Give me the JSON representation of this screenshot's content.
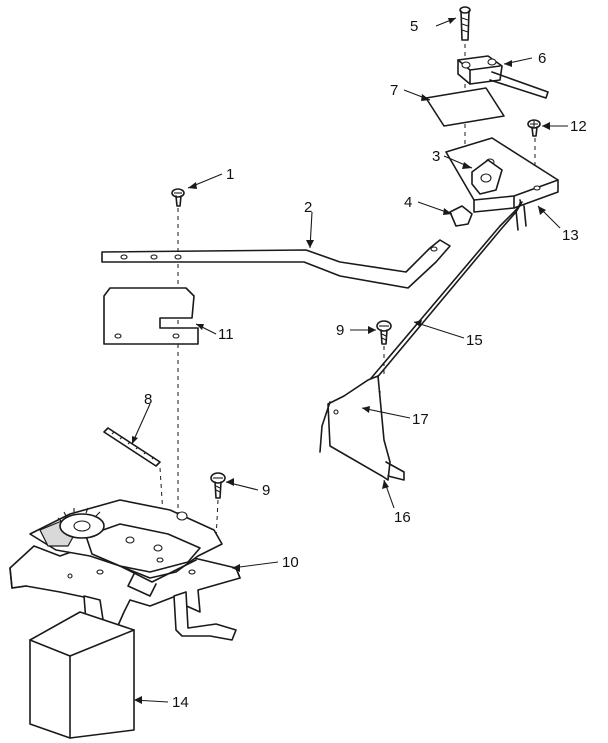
{
  "labels": {
    "p1": "1",
    "p2": "2",
    "p3": "3",
    "p4": "4",
    "p5": "5",
    "p6": "6",
    "p7": "7",
    "p8": "8",
    "p9a": "9",
    "p9b": "9",
    "p10": "10",
    "p11": "11",
    "p12": "12",
    "p13": "13",
    "p14": "14",
    "p15": "15",
    "p16": "16",
    "p17": "17"
  },
  "colors": {
    "line": "#1a1a1a",
    "background": "#ffffff"
  }
}
